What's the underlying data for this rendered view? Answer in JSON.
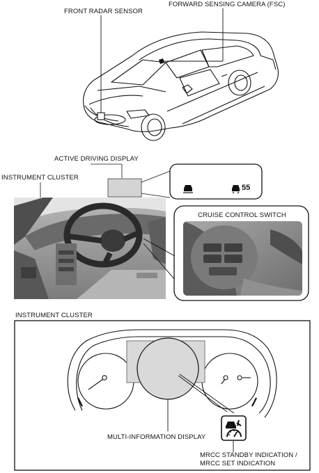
{
  "labels": {
    "front_radar_sensor": "FRONT RADAR SENSOR",
    "forward_sensing_camera": "FORWARD SENSING CAMERA (FSC)",
    "active_driving_display": "ACTIVE DRIVING DISPLAY",
    "instrument_cluster_top": "INSTRUMENT CLUSTER",
    "cruise_control_switch": "CRUISE CONTROL SWITCH",
    "instrument_cluster_heading": "INSTRUMENT CLUSTER",
    "multi_information_display": "MULTI-INFORMATION DISPLAY",
    "mrcc_line1": "MRCC STANDBY INDICATION /",
    "mrcc_line2": "MRCC SET INDICATION"
  },
  "active_display": {
    "speed_value": "55"
  },
  "icons": [
    "car-follow-icon",
    "speed-limit-car-icon",
    "mrcc-indicator-icon",
    "steering-wheel-icon",
    "gauge-icon"
  ],
  "colors": {
    "line": "#111111",
    "photo_gray": "#8e8e8e",
    "screen_gray": "#d9d9d9"
  }
}
